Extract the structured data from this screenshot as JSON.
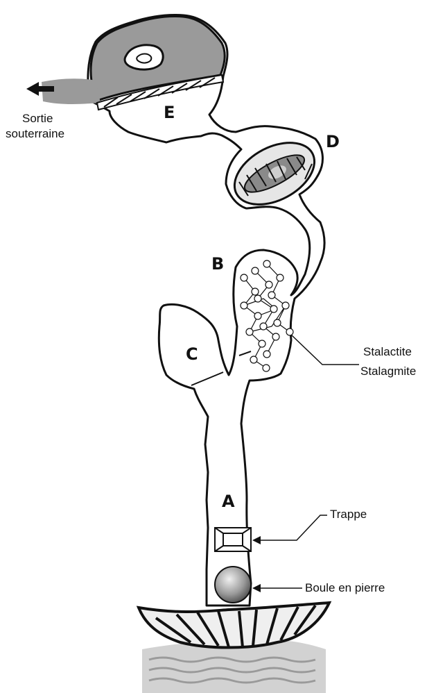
{
  "map": {
    "zones": {
      "a": "A",
      "b": "B",
      "c": "C",
      "d": "D",
      "e": "E"
    },
    "exit": {
      "line1": "Sortie",
      "line2": "souterraine",
      "icon": "arrow-left-icon"
    },
    "callouts": {
      "stalactite": "Stalactite",
      "stalagmite": "Stalagmite",
      "trap": "Trappe",
      "boulder": "Boule en pierre"
    },
    "colors": {
      "outline": "#111111",
      "shaded_chamber": "#9a9a9a",
      "water": "#c8c8c8",
      "cave_floor": "#ffffff"
    }
  }
}
